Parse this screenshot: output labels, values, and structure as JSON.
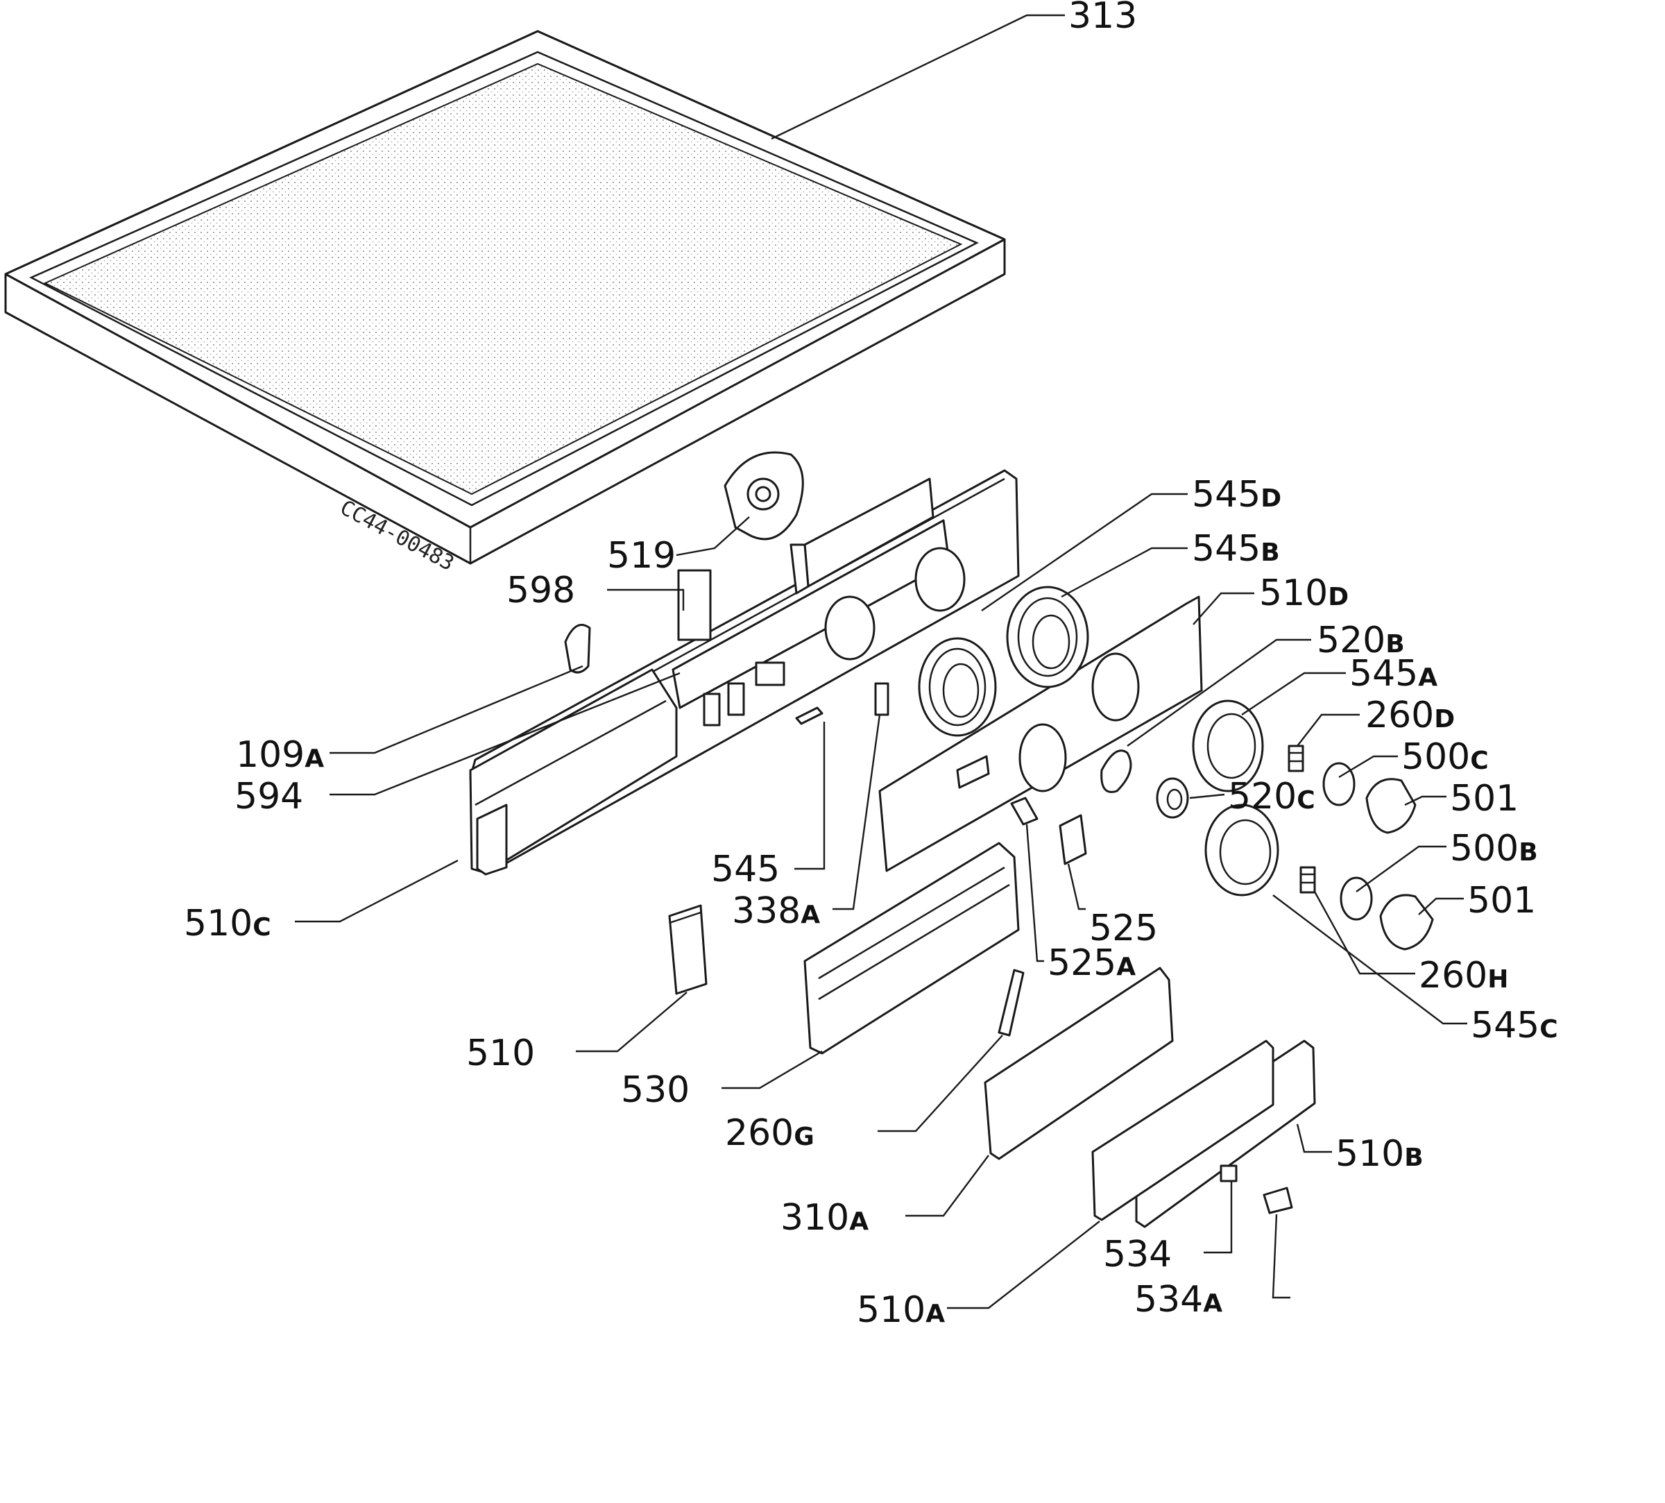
{
  "drawing_code": "CC44-00483",
  "colors": {
    "ink": "#1a1a1a",
    "paper": "#ffffff",
    "screen": "#e6e6e6"
  },
  "callouts": {
    "c313": {
      "num": "313",
      "sfx": ""
    },
    "c545d": {
      "num": "545",
      "sfx": "D"
    },
    "c519": {
      "num": "519",
      "sfx": ""
    },
    "c545b": {
      "num": "545",
      "sfx": "B"
    },
    "c598": {
      "num": "598",
      "sfx": ""
    },
    "c510d": {
      "num": "510",
      "sfx": "D"
    },
    "c520b": {
      "num": "520",
      "sfx": "B"
    },
    "c545a": {
      "num": "545",
      "sfx": "A"
    },
    "c260d": {
      "num": "260",
      "sfx": "D"
    },
    "c109a": {
      "num": "109",
      "sfx": "A"
    },
    "c500c": {
      "num": "500",
      "sfx": "C"
    },
    "c594": {
      "num": "594",
      "sfx": ""
    },
    "c501a": {
      "num": "501",
      "sfx": ""
    },
    "c520c": {
      "num": "520",
      "sfx": "C"
    },
    "c545": {
      "num": "545",
      "sfx": ""
    },
    "c500b": {
      "num": "500",
      "sfx": "B"
    },
    "c338a": {
      "num": "338",
      "sfx": "A"
    },
    "c501b": {
      "num": "501",
      "sfx": ""
    },
    "c510c": {
      "num": "510",
      "sfx": "C"
    },
    "c525": {
      "num": "525",
      "sfx": ""
    },
    "c525a": {
      "num": "525",
      "sfx": "A"
    },
    "c260h": {
      "num": "260",
      "sfx": "H"
    },
    "c545c": {
      "num": "545",
      "sfx": "C"
    },
    "c510": {
      "num": "510",
      "sfx": ""
    },
    "c530": {
      "num": "530",
      "sfx": ""
    },
    "c260g": {
      "num": "260",
      "sfx": "G"
    },
    "c510b": {
      "num": "510",
      "sfx": "B"
    },
    "c310a": {
      "num": "310",
      "sfx": "A"
    },
    "c534": {
      "num": "534",
      "sfx": ""
    },
    "c534a": {
      "num": "534",
      "sfx": "A"
    },
    "c510a": {
      "num": "510",
      "sfx": "A"
    }
  }
}
